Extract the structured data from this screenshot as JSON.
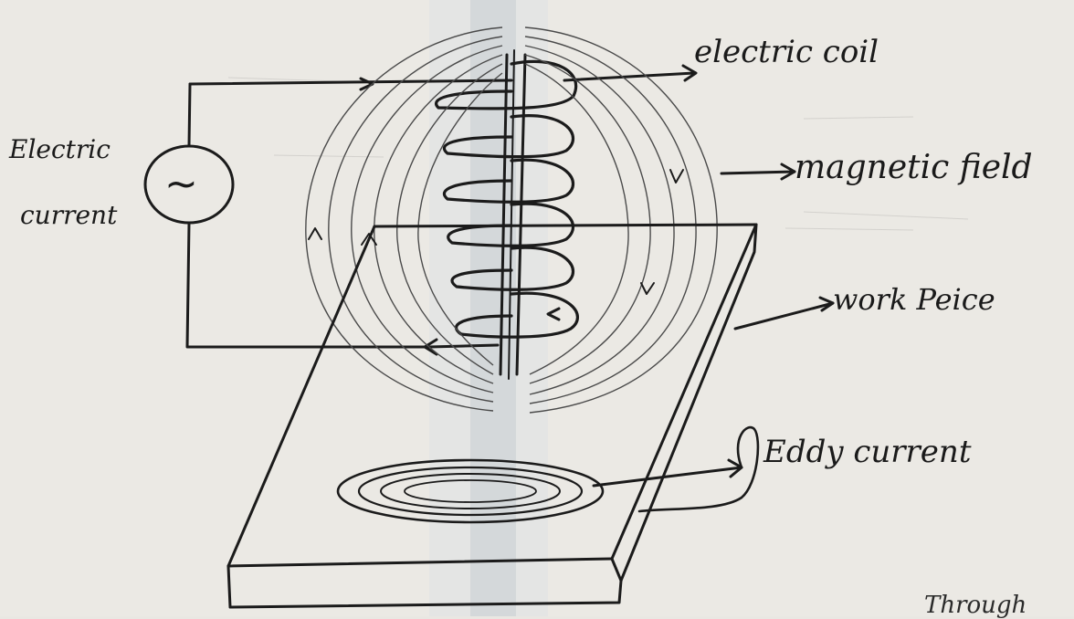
{
  "labels": {
    "electric_current_line1": "Electric",
    "electric_current_line2": "current",
    "coil": "electric coil",
    "magnetic_field": "magnetic field",
    "work_piece": "work Peice",
    "eddy_current": "Eddy current",
    "bottom_text": "Through"
  },
  "source_symbol": "~",
  "colors": {
    "ink": "#1b1b1b",
    "paper": "#e9e7e2",
    "center_fold": "#c9cfd4"
  }
}
